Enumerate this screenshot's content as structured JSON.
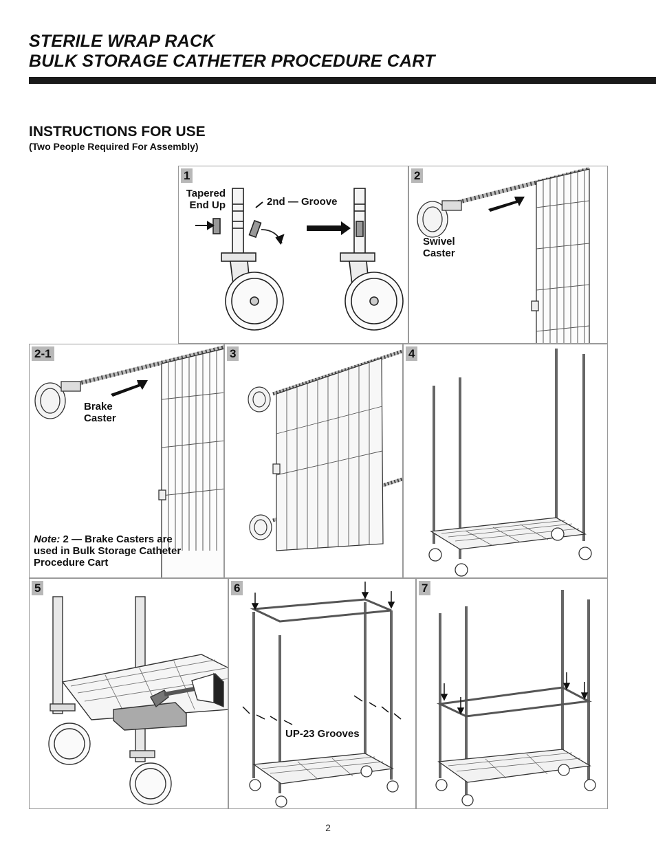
{
  "header": {
    "title_line1": "STERILE WRAP RACK",
    "title_line2": "BULK STORAGE CATHETER PROCEDURE CART"
  },
  "section": {
    "heading": "INSTRUCTIONS FOR USE",
    "subheading": "(Two People Required For Assembly)"
  },
  "steps": {
    "s1": {
      "num": "1",
      "label_tapered_1": "Tapered",
      "label_tapered_2": "End Up",
      "label_groove": "2nd — Groove"
    },
    "s2": {
      "num": "2",
      "label_1": "Swivel",
      "label_2": "Caster"
    },
    "s21": {
      "num": "2-1",
      "label_1": "Brake",
      "label_2": "Caster",
      "note_prefix": "Note:",
      "note_line1": " 2 — Brake Casters are",
      "note_line2": "used in Bulk Storage Catheter",
      "note_line3": "Procedure Cart"
    },
    "s3": {
      "num": "3"
    },
    "s4": {
      "num": "4"
    },
    "s5": {
      "num": "5"
    },
    "s6": {
      "num": "6",
      "label_grooves": "UP-23 Grooves"
    },
    "s7": {
      "num": "7"
    }
  },
  "footer": {
    "page_number": "2"
  }
}
